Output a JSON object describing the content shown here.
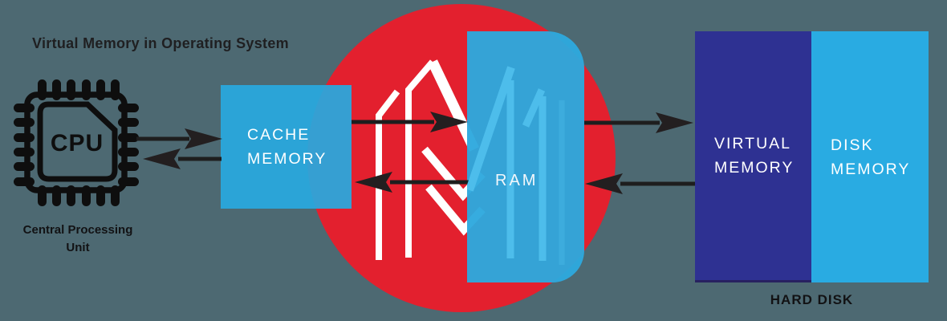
{
  "title": "Virtual Memory in Operating System",
  "cpu": {
    "chip_text": "CPU",
    "caption": [
      "Central Processing",
      "Unit"
    ]
  },
  "cache": {
    "lines": [
      "CACHE",
      "MEMORY"
    ]
  },
  "ram": {
    "label": "RAM"
  },
  "hard_disk": {
    "virtual_lines": [
      "VIRTUAL",
      "MEMORY"
    ],
    "disk_lines": [
      "DISK",
      "MEMORY"
    ],
    "caption": "HARD DISK"
  },
  "colors": {
    "background": "#4d6972",
    "red_circle": "#e3202e",
    "light_blue_box": "#29a9df",
    "indigo_box": "#2e3192",
    "arrow_black": "#1e1e1e",
    "title_text": "#1f1f21",
    "box_text": "#ffffff",
    "logo_white": "#ffffff",
    "logo_blue_tint": "#4dbdeb"
  }
}
